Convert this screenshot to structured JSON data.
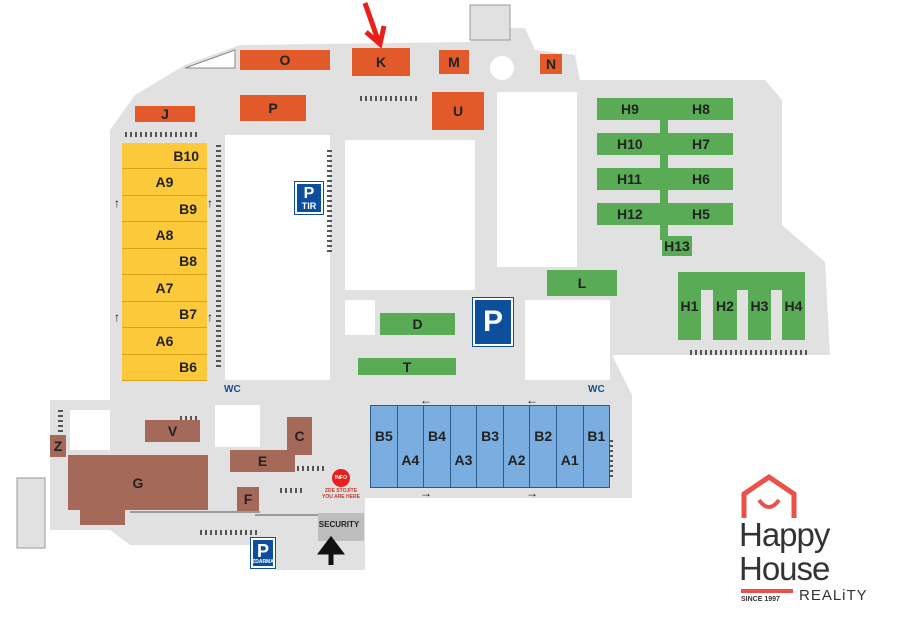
{
  "buildings": {
    "orange": [
      "O",
      "K",
      "M",
      "N",
      "J",
      "P",
      "U"
    ],
    "yellow": [
      "B10",
      "A9",
      "B9",
      "A8",
      "B8",
      "A7",
      "B7",
      "A6",
      "B6"
    ],
    "green_h": [
      "H9",
      "H8",
      "H10",
      "H7",
      "H11",
      "H6",
      "H12",
      "H5",
      "H13",
      "H1",
      "H2",
      "H3",
      "H4"
    ],
    "green_other": [
      "L",
      "D",
      "T"
    ],
    "brown": [
      "Z",
      "G",
      "V",
      "C",
      "E",
      "F"
    ],
    "blue": [
      "B5",
      "A4",
      "B4",
      "A3",
      "B3",
      "A2",
      "B2",
      "A1",
      "B1"
    ]
  },
  "parking": {
    "main": "P",
    "tir": "TIR",
    "free": "ZDARMA",
    "p": "P"
  },
  "wc": "WC",
  "info": {
    "badge": "INFO",
    "line1": "ZDE STOJÍTE",
    "line2": "YOU ARE HERE"
  },
  "security": "SECURITY",
  "arrows": {
    "up": "↑",
    "left": "←",
    "right": "→"
  },
  "logo": {
    "line1": "Happy",
    "line2": "House",
    "since": "SINCE 1997",
    "reality": "REALiTY"
  },
  "colors": {
    "orange": "#e35a2a",
    "yellow": "#fcc93b",
    "green": "#5aab56",
    "brown": "#a5695a",
    "blue": "#7aaee0",
    "parking": "#0d4f9c",
    "road": "#e1e1e1",
    "logo_red": "#e8524a"
  }
}
